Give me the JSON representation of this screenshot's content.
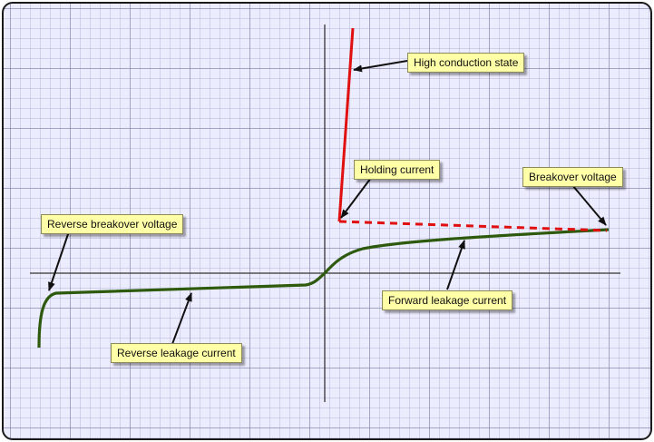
{
  "labels": {
    "high_conduction": "High conduction state",
    "holding_current": "Holding current",
    "breakover_voltage": "Breakover voltage",
    "reverse_breakover_voltage": "Reverse breakover voltage",
    "forward_leakage_current": "Forward leakage current",
    "reverse_leakage_current": "Reverse leakage current"
  },
  "colors": {
    "curve": "#2e5a0e",
    "conduction": "#e01010",
    "callout_fill": "#ffffa8",
    "grid_background": "#ececff"
  }
}
